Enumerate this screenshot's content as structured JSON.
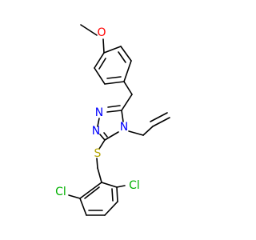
{
  "molecule": {
    "atoms": [
      {
        "id": "O",
        "label": "O",
        "color": "#ff0000"
      },
      {
        "id": "N1",
        "label": "N",
        "color": "#0000ff"
      },
      {
        "id": "N2",
        "label": "N",
        "color": "#0000ff"
      },
      {
        "id": "N4",
        "label": "N",
        "color": "#0000ff"
      },
      {
        "id": "S",
        "label": "S",
        "color": "#b3a400"
      },
      {
        "id": "Cl1",
        "label": "Cl",
        "color": "#00b000"
      },
      {
        "id": "Cl2",
        "label": "Cl",
        "color": "#00b000"
      }
    ],
    "bond_color": "#000000"
  }
}
